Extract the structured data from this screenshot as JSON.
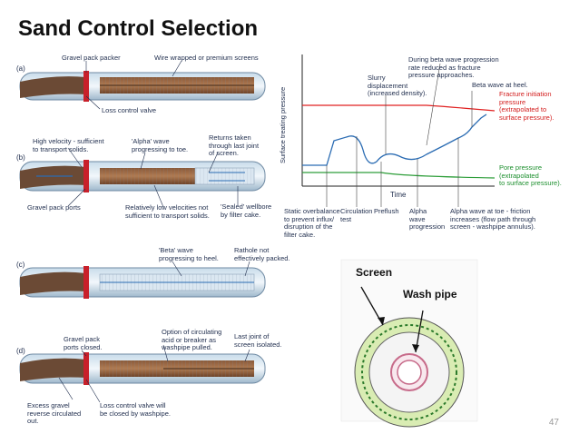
{
  "title": "Sand Control Selection",
  "page_number": "47",
  "panel_letters": [
    "(a)",
    "(b)",
    "(c)",
    "(d)"
  ],
  "panel_a": {
    "gravel_pack_packer": "Gravel pack packer",
    "wire_wrapped": "Wire wrapped or premium screens",
    "loss_control_valve": "Loss control valve"
  },
  "panel_b": {
    "high_velocity": "High velocity - sufficient\nto transport solids.",
    "alpha_wave": "'Alpha' wave\nprogressing to toe.",
    "returns_taken": "Returns taken\nthrough last joint\nof screen.",
    "gravel_pack_ports": "Gravel pack ports",
    "low_velocities": "Relatively low velocities not\nsufficient to transport solids.",
    "sealed_wellbore": "'Sealed' wellbore\nby filter cake."
  },
  "panel_c": {
    "beta_wave": "'Beta' wave\nprogressing to heel.",
    "rathole": "Rathole not\neffectively packed."
  },
  "panel_d": {
    "ports_closed": "Gravel pack\nports closed.",
    "option_circulating": "Option of circulating\nacid or breaker as\nwashpipe pulled.",
    "last_joint": "Last joint of\nscreen isolated.",
    "excess_gravel": "Excess gravel\nreverse circulated\nout.",
    "loss_control_closed": "Loss control valve will\nbe closed by washpipe."
  },
  "chart": {
    "y_axis_label": "Surface treating pressure",
    "x_axis_label": "Time",
    "beta_note": "During beta wave progression\nrate reduced as fracture\npressure approaches.",
    "slurry_note": "Slurry\ndisplacement\n(increased density).",
    "beta_heel": "Beta wave at heel.",
    "fracture_label": "Fracture initiation\npressure\n(extrapolated to\nsurface pressure).",
    "pore_label": "Pore pressure\n(extrapolated\nto surface pressure).",
    "static_overbalance": "Static overbalance\nto prevent influx/\ndisruption of the\nfilter cake.",
    "circulation_test": "Circulation\ntest",
    "preflush": "Preflush",
    "alpha_progression": "Alpha\nwave\nprogression",
    "alpha_toe": "Alpha wave at toe - friction\nincreases (flow path through\nscreen - washpipe annulus).",
    "fracture_color": "#e02020",
    "pore_color": "#2e9e3a",
    "pressure_color": "#2b6cb3"
  },
  "cross_section": {
    "screen_label": "Screen",
    "washpipe_label": "Wash pipe"
  }
}
